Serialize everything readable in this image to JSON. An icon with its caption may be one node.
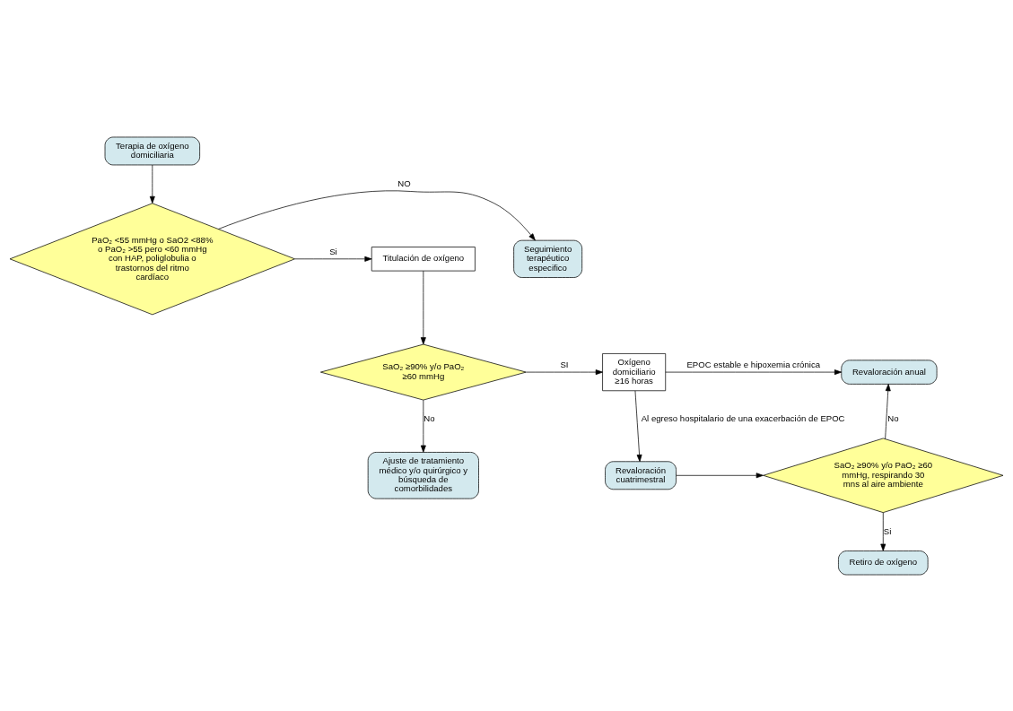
{
  "diagram": {
    "nodes": [
      {
        "text": [
          "Terapia de oxígeno domiciliaria"
        ]
      },
      {
        "text": [
          "PaO₂ <55 mmHg o SaO2 <88% o PaO₂ >55 pero <60 mmHg con HAP, poliglobulia o trastornos del ritmo cardíaco"
        ]
      },
      {
        "text": [
          "Seguimiento terapéutico especifico"
        ]
      },
      {
        "text": [
          "Titulación de oxígeno"
        ]
      },
      {
        "text": [
          "SaO₂ ≥90% y/o PaO₂ ≥60 mmHg"
        ]
      },
      {
        "text": [
          "Oxígeno domiciliario ≥16 horas"
        ]
      },
      {
        "text": [
          "Revaloración anual"
        ]
      },
      {
        "text": [
          "Ajuste de tratamiento médico y/o quirúrgico y búsqueda de comorbilidades"
        ]
      },
      {
        "text": [
          "Revaloración cuatrimestral"
        ]
      },
      {
        "text": [
          "SaO₂ ≥90% y/o PaO₂ ≥60 mmHg, respirando 30 mns al aire ambiente"
        ]
      },
      {
        "text": [
          "Retiro de oxígeno"
        ]
      }
    ],
    "edges": [
      {
        "from": 0,
        "to": 1,
        "arrow": "to"
      },
      {
        "from": 1,
        "to": 2,
        "arrow": "to",
        "label": "NO"
      },
      {
        "from": 1,
        "to": 3,
        "arrow": "to",
        "label": "Si"
      },
      {
        "from": 3,
        "to": 4,
        "arrow": "to"
      },
      {
        "from": 4,
        "to": 5,
        "arrow": "to",
        "label": "SI"
      },
      {
        "from": 4,
        "to": 7,
        "arrow": "to",
        "label": "No"
      },
      {
        "from": 5,
        "to": 6,
        "arrow": "to",
        "label": "EPOC estable e hipoxemia crónica"
      },
      {
        "from": 5,
        "to": 8,
        "arrow": "to",
        "label": "Al egreso hospitalario de una exacerbación de EPOC"
      },
      {
        "from": 8,
        "to": 9,
        "arrow": "to"
      },
      {
        "from": 9,
        "to": 6,
        "arrow": "to",
        "label": "No"
      },
      {
        "from": 9,
        "to": 10,
        "arrow": "to",
        "label": "Si"
      }
    ]
  }
}
